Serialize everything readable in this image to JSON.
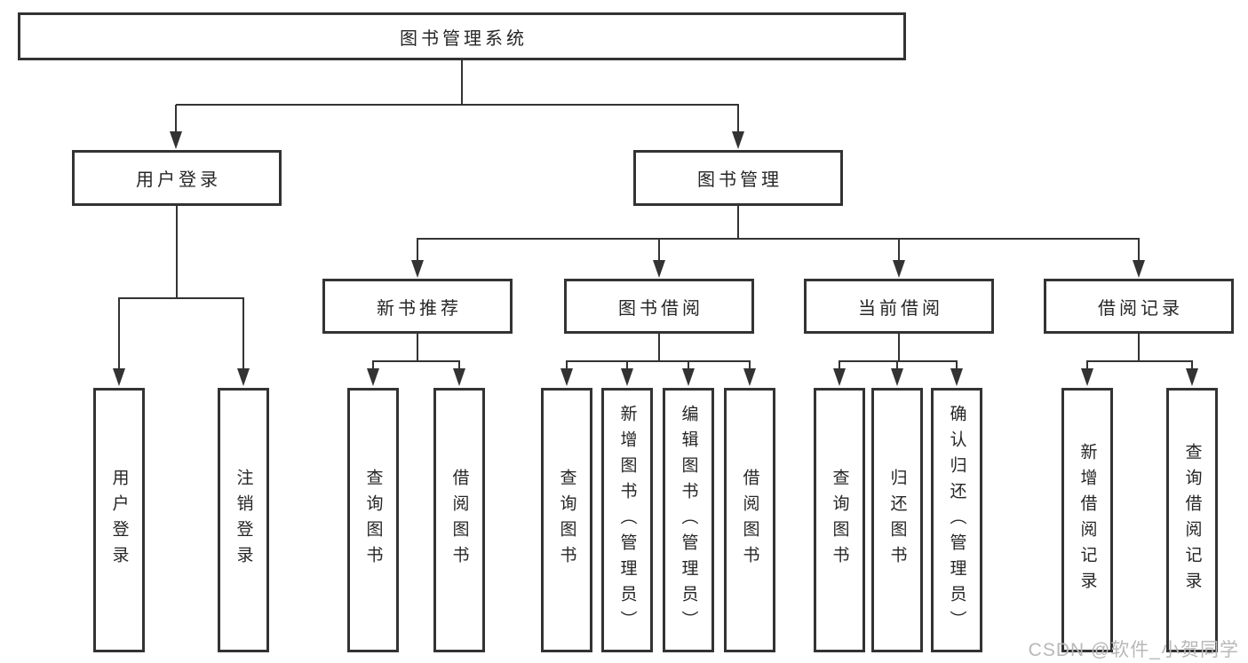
{
  "diagram": {
    "root_label": "图书管理系统",
    "level2": [
      {
        "label": "用户登录"
      },
      {
        "label": "图书管理"
      }
    ],
    "level3": [
      {
        "label": "新书推荐"
      },
      {
        "label": "图书借阅"
      },
      {
        "label": "当前借阅"
      },
      {
        "label": "借阅记录"
      }
    ],
    "leaves": {
      "user_login": [
        "用户登录",
        "注销登录"
      ],
      "new_books": [
        "查询图书",
        "借阅图书"
      ],
      "book_borrow": [
        "查询图书",
        "新增图书（管理员）",
        "编辑图书（管理员）",
        "借阅图书"
      ],
      "current_borrow": [
        "查询图书",
        "归还图书",
        "确认归还（管理员）"
      ],
      "borrow_records": [
        "新增借阅记录",
        "查询借阅记录"
      ]
    }
  },
  "watermark": "CSDN @软件_小贺同学",
  "colors": {
    "line": "#333333",
    "text": "#262626",
    "watermark": "#b8b8b8",
    "background": "#ffffff"
  }
}
